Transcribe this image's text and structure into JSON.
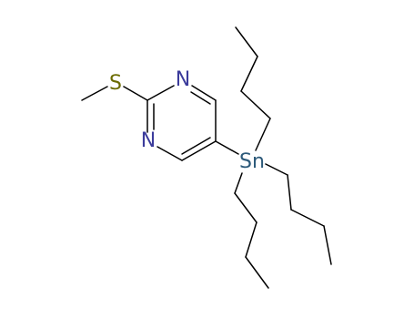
{
  "atoms": {
    "sulfur": {
      "label": "S",
      "color": "#6b6b00"
    },
    "nitrogen_top": {
      "label": "N",
      "color": "#3b3b9b"
    },
    "nitrogen_left": {
      "label": "N",
      "color": "#3b3b9b"
    },
    "tin": {
      "label": "Sn",
      "color": "#2d5a7a"
    }
  }
}
